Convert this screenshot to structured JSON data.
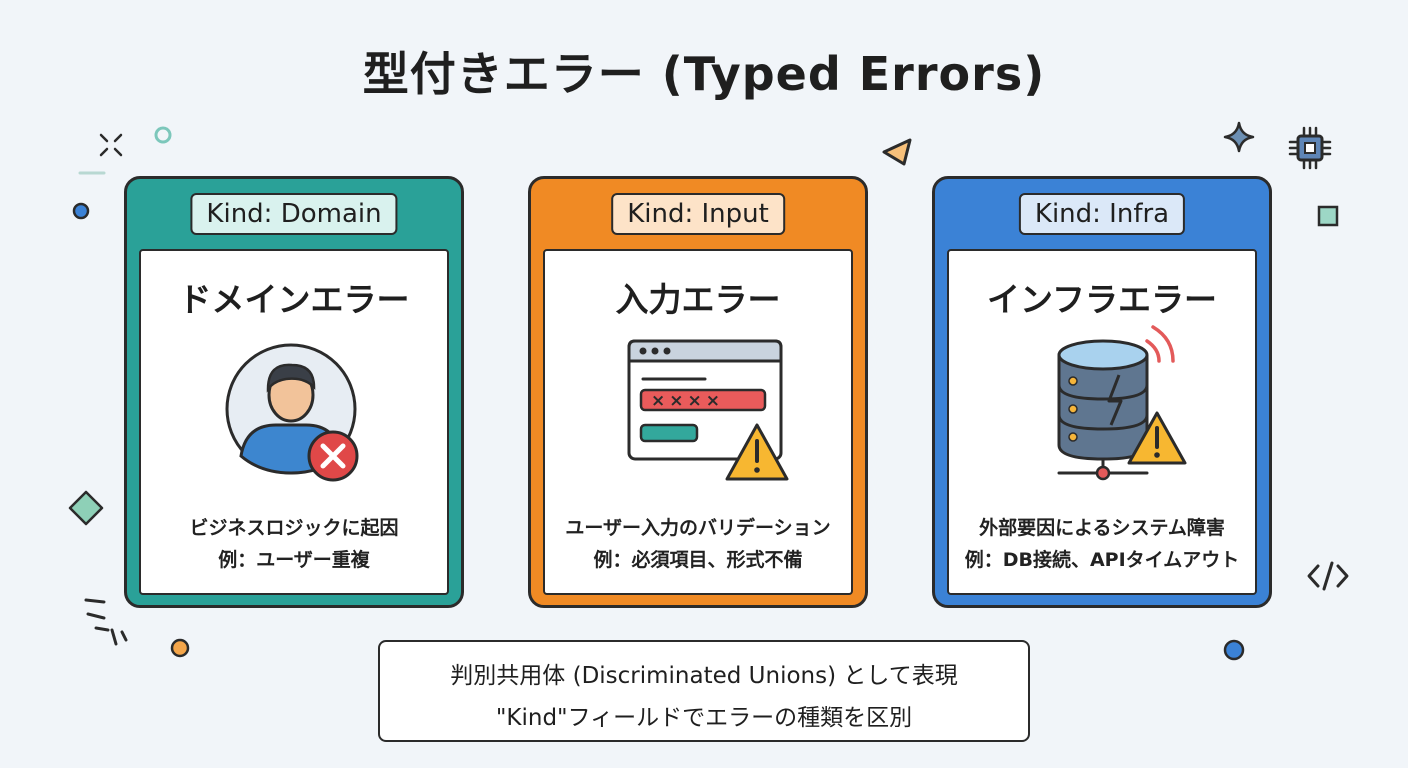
{
  "title": "型付きエラー (Typed Errors)",
  "cards": [
    {
      "kind": "Kind: Domain",
      "heading": "ドメインエラー",
      "line1": "ビジネスロジックに起因",
      "line2": "例：ユーザー重複",
      "accent": "#2aa198",
      "badge_bg": "#d9f2ee"
    },
    {
      "kind": "Kind: Input",
      "heading": "入力エラー",
      "line1": "ユーザー入力のバリデーション",
      "line2": "例：必須項目、形式不備",
      "accent": "#f08a24",
      "badge_bg": "#fde3c8"
    },
    {
      "kind": "Kind: Infra",
      "heading": "インフラエラー",
      "line1": "外部要因によるシステム障害",
      "line2": "例：DB接続、APIタイムアウト",
      "accent": "#3b82d6",
      "badge_bg": "#dbe8f8"
    }
  ],
  "password_mask": "××××",
  "footer": {
    "line1": "判別共用体 (Discriminated Unions) として表現",
    "line2": "\"Kind\"フィールドでエラーの種類を区別"
  },
  "icons": [
    "user-error-icon",
    "form-warning-icon",
    "database-warning-icon",
    "warning-icon",
    "code-icon",
    "chip-icon",
    "sparkle-icon"
  ]
}
